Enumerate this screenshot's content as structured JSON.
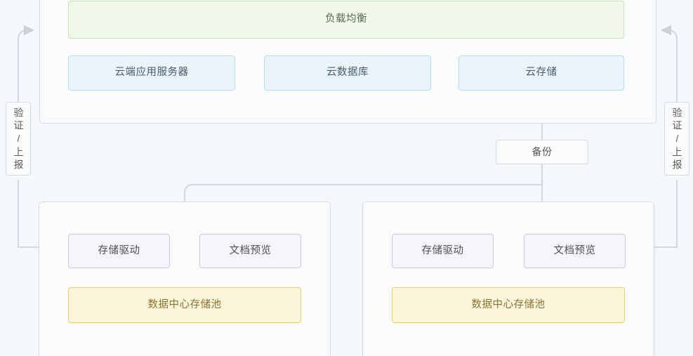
{
  "diagram": {
    "cloud_zone": {
      "name": "cloud-zone",
      "load_balancer": "负载均衡",
      "services": [
        {
          "label": "云端应用服务器"
        },
        {
          "label": "云数据库"
        },
        {
          "label": "云存储"
        }
      ]
    },
    "backup_link": {
      "label": "备份"
    },
    "side_labels": {
      "left": "验证/上报",
      "right": "验证/上报"
    },
    "data_centers": [
      {
        "name": "data-center-left",
        "components": [
          {
            "label": "存储驱动"
          },
          {
            "label": "文档预览"
          }
        ],
        "pool": "数据中心存储池"
      },
      {
        "name": "data-center-right",
        "components": [
          {
            "label": "存储驱动"
          },
          {
            "label": "文档预览"
          }
        ],
        "pool": "数据中心存储池"
      }
    ],
    "colors": {
      "background": "#f4f7fb",
      "container_fill": "#fafbfc",
      "container_border": "#d6dbe3",
      "load_balancer_fill": "#f1faea",
      "load_balancer_border": "#c3e2ae",
      "cloud_service_fill": "#eaf4fd",
      "cloud_service_border": "#b9d9f2",
      "component_fill": "#f7f4fb",
      "component_border": "#cfc3e8",
      "pool_fill": "#fdf6dd",
      "pool_border": "#e9ca6d",
      "wire": "#c8cfda",
      "text": "#4a4a4a"
    }
  }
}
